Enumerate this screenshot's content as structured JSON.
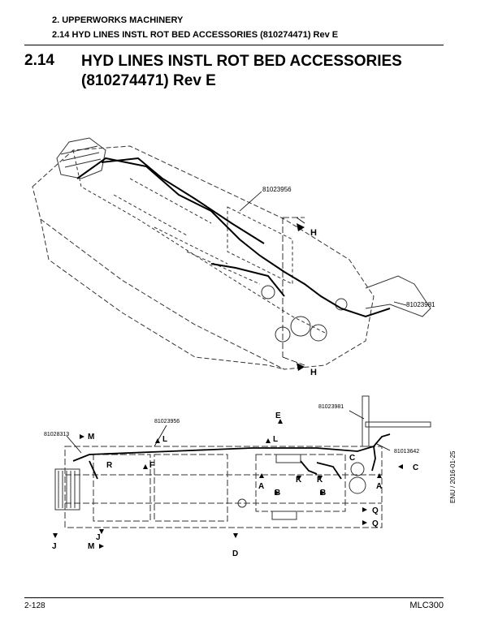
{
  "header": {
    "chapter": "2. UPPERWORKS MACHINERY",
    "subsection": "2.14 HYD LINES INSTL ROT BED ACCESSORIES (810274471) Rev E"
  },
  "section": {
    "number": "2.14",
    "title_line1": "HYD LINES INSTL ROT BED ACCESSORIES",
    "title_line2": "(810274471) Rev E"
  },
  "iso_view": {
    "part_81023956": "81023956",
    "part_81023981": "81023981",
    "callout_h_top": "H",
    "callout_h_bottom": "H"
  },
  "plan_view": {
    "part_81028313": "81028313",
    "part_81023956": "81023956",
    "part_81023981": "81023981",
    "part_81013642": "81013642",
    "m_top": "M",
    "m_bottom": "M",
    "l_left": "L",
    "l_right": "L",
    "e": "E",
    "f": "F",
    "r": "R",
    "j_left": "J",
    "j_mid": "J",
    "c_inner": "C",
    "c_outer": "C",
    "k_left": "K",
    "k_right": "K",
    "a_left": "A",
    "a_right": "A",
    "b_left": "B",
    "b_right": "B",
    "q_top": "Q",
    "q_bottom": "Q",
    "d": "D"
  },
  "side_stamp": "ENU / 2016-01-25",
  "footer": {
    "page": "2-128",
    "model": "MLC300"
  }
}
